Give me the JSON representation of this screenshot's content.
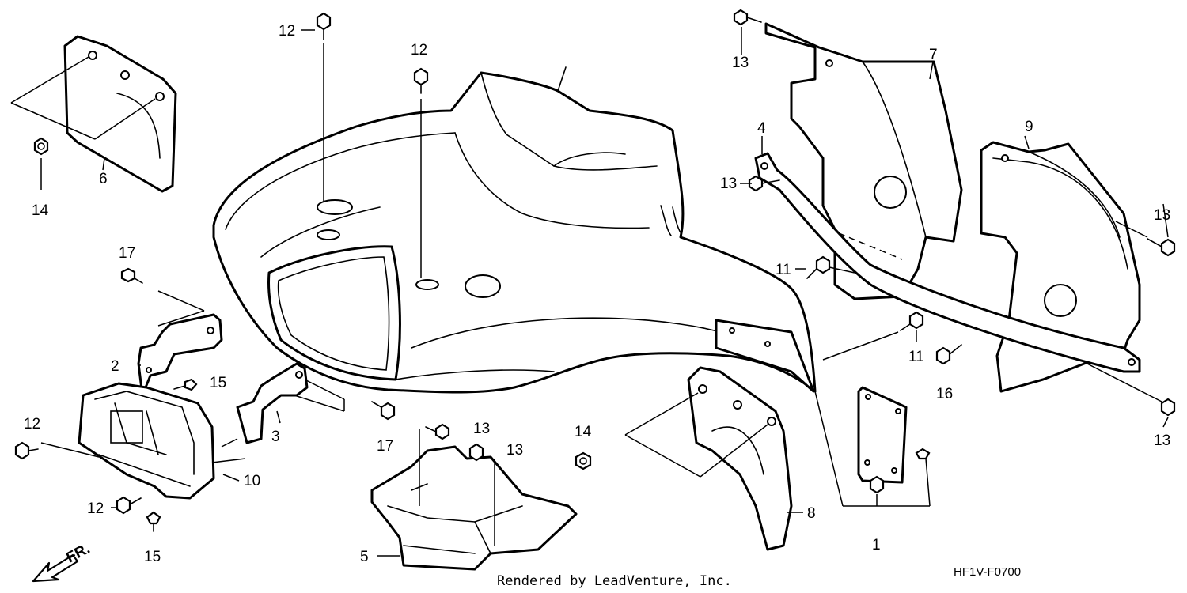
{
  "diagram": {
    "credit": "Rendered by LeadVenture, Inc.",
    "drawing_code": "HF1V-F0700",
    "direction_label": "FR.",
    "callouts": {
      "c1": "1",
      "c2": "2",
      "c3": "3",
      "c4": "4",
      "c5": "5",
      "c6": "6",
      "c7": "7",
      "c8": "8",
      "c9": "9",
      "c10": "10",
      "c11a": "11",
      "c11b": "11",
      "c12a": "12",
      "c12b": "12",
      "c12c": "12",
      "c12d": "12",
      "c13a": "13",
      "c13b": "13",
      "c13c": "13",
      "c13d": "13",
      "c13e": "13",
      "c13f": "13",
      "c14a": "14",
      "c14b": "14",
      "c15a": "15",
      "c15b": "15",
      "c16": "16",
      "c17a": "17",
      "c17b": "17"
    }
  }
}
